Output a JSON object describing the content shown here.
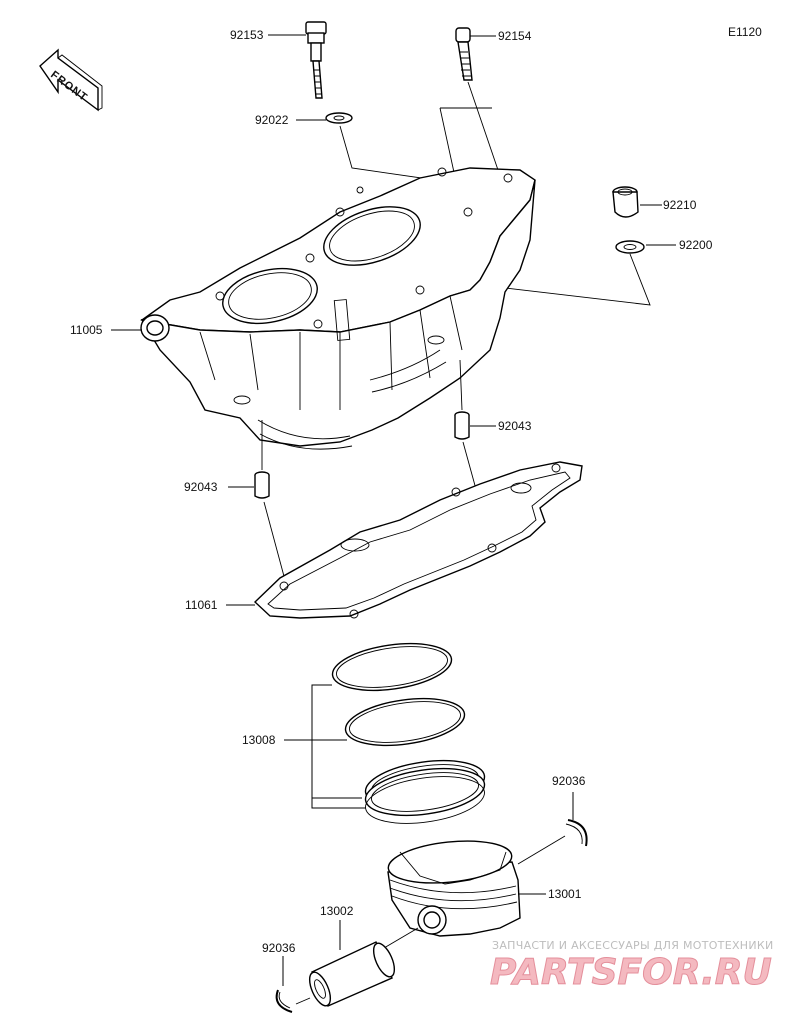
{
  "diagram_code": "E1120",
  "front_label": "FRONT",
  "parts": {
    "p92153": "92153",
    "p92154": "92154",
    "p92022": "92022",
    "p92210": "92210",
    "p92200": "92200",
    "p11005": "11005",
    "p92043a": "92043",
    "p92043b": "92043",
    "p11061": "11061",
    "p13008": "13008",
    "p92036a": "92036",
    "p13001": "13001",
    "p13002": "13002",
    "p92036b": "92036"
  },
  "watermark": {
    "tagline": "ЗАПЧАСТИ И АКСЕССУАРЫ ДЛЯ МОТОТЕХНИКИ",
    "brand": "PARTSFOR.RU"
  }
}
